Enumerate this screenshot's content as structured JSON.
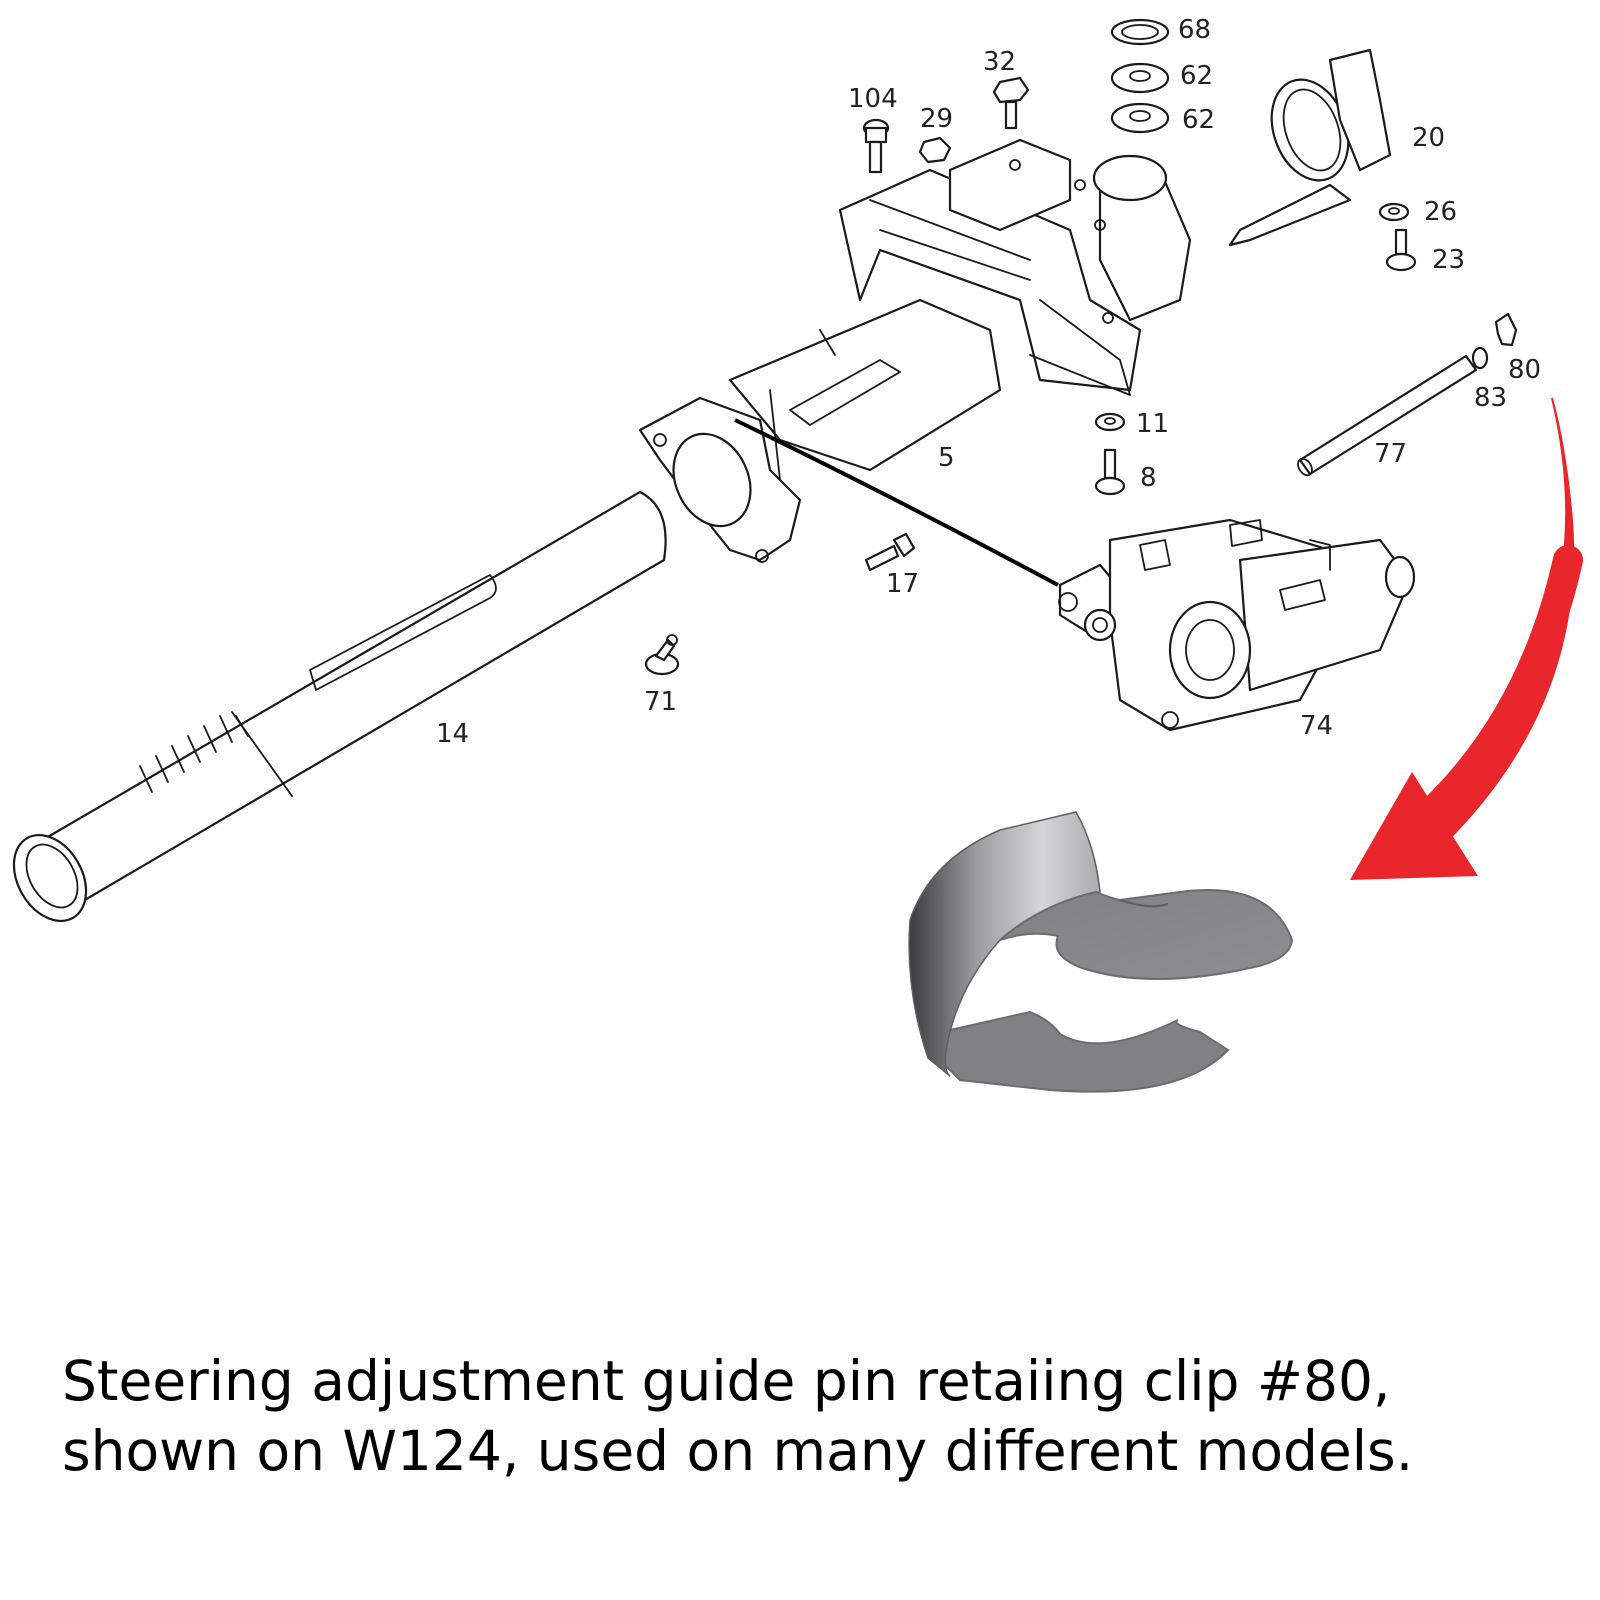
{
  "parts": [
    {
      "id": "68",
      "label": "68"
    },
    {
      "id": "62a",
      "label": "62"
    },
    {
      "id": "62b",
      "label": "62"
    },
    {
      "id": "32",
      "label": "32"
    },
    {
      "id": "104",
      "label": "104"
    },
    {
      "id": "29",
      "label": "29"
    },
    {
      "id": "20",
      "label": "20"
    },
    {
      "id": "26",
      "label": "26"
    },
    {
      "id": "23",
      "label": "23"
    },
    {
      "id": "80",
      "label": "80"
    },
    {
      "id": "83",
      "label": "83"
    },
    {
      "id": "77",
      "label": "77"
    },
    {
      "id": "11",
      "label": "11"
    },
    {
      "id": "8",
      "label": "8"
    },
    {
      "id": "5",
      "label": "5"
    },
    {
      "id": "17",
      "label": "17"
    },
    {
      "id": "71",
      "label": "71"
    },
    {
      "id": "74",
      "label": "74"
    },
    {
      "id": "14",
      "label": "14"
    }
  ],
  "caption": {
    "line1": "Steering adjustment guide pin retaiing clip #80,",
    "line2": "shown on W124, used on many different models."
  },
  "colors": {
    "arrow": "#e8262b",
    "line_art": "#1a1a1a",
    "clip_light": "#c8c9cb",
    "clip_dark": "#8a8c8f"
  }
}
